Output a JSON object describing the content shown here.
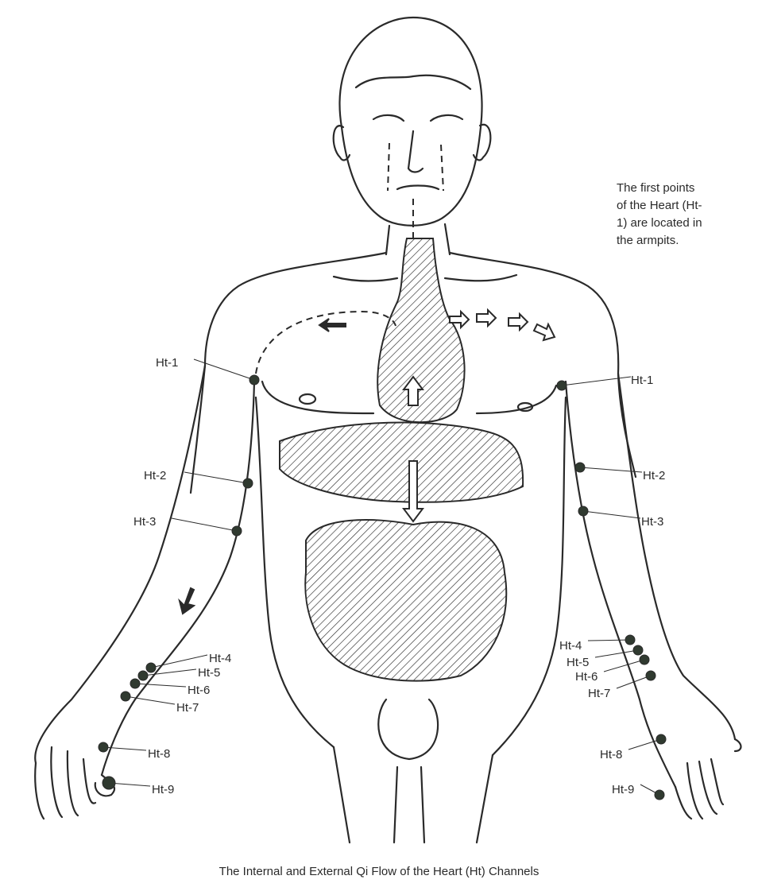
{
  "caption": "The Internal and External Qi Flow of the Heart (Ht) Channels",
  "note": {
    "lines": [
      "The first points",
      "of the Heart (Ht-",
      "1) are located in",
      "the armpits."
    ]
  },
  "colors": {
    "ink": "#2a2a2a",
    "point": "#303a30",
    "background": "#ffffff"
  },
  "left_points": [
    "Ht-1",
    "Ht-2",
    "Ht-3",
    "Ht-4",
    "Ht-5",
    "Ht-6",
    "Ht-7",
    "Ht-8",
    "Ht-9"
  ],
  "right_points": [
    "Ht-1",
    "Ht-2",
    "Ht-3",
    "Ht-4",
    "Ht-5",
    "Ht-6",
    "Ht-7",
    "Ht-8",
    "Ht-9"
  ]
}
